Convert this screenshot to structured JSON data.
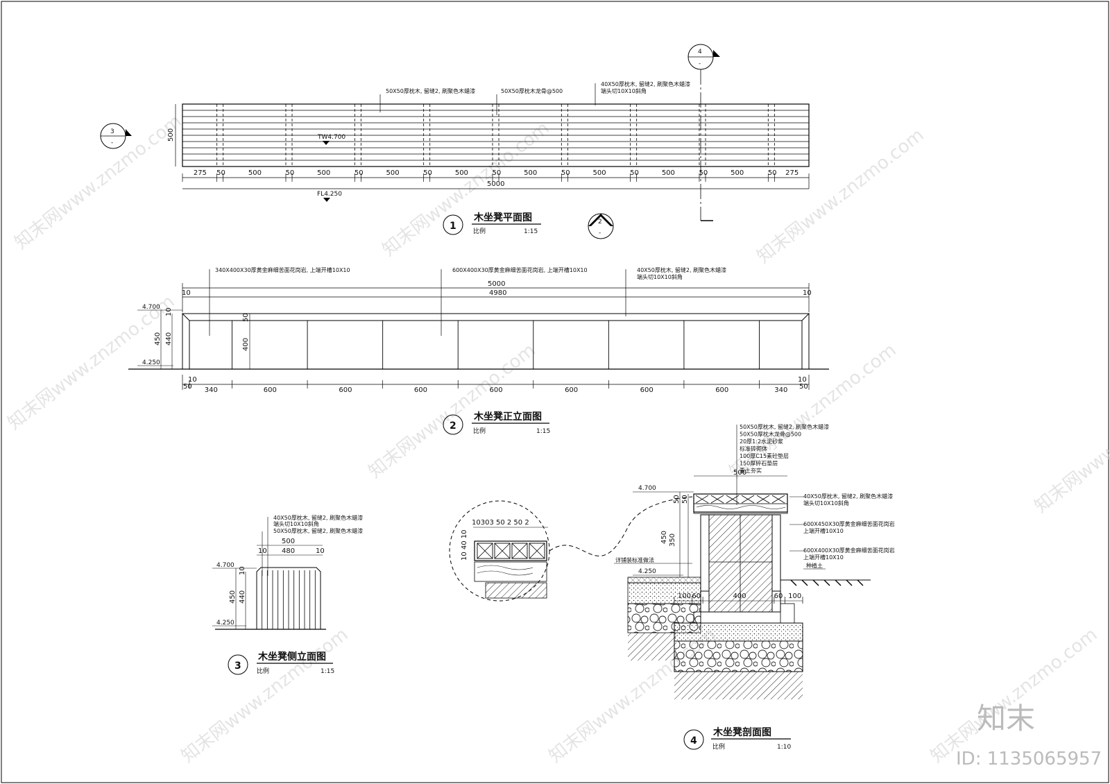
{
  "watermark": {
    "text": "知末网www.znzmo.com",
    "logo": "知末",
    "id": "ID: 1135065957"
  },
  "plan": {
    "title": "木坐凳平面图",
    "num": "1",
    "scale_label": "比例",
    "scale": "1:15",
    "ann1": "50X50厚枕木, 留缝2, 刷聚色木蜡漆",
    "ann2": "50X50厚枕木龙骨@500",
    "ann3a": "40X50厚枕木, 留缝2, 刷聚色木蜡漆",
    "ann3b": "端头切10X10斜角",
    "tw": "TW4.700",
    "fl": "FL4.250",
    "width": "500",
    "dims": [
      "275",
      "50",
      "500",
      "50",
      "500",
      "50",
      "500",
      "50",
      "500",
      "50",
      "500",
      "50",
      "500",
      "50",
      "500",
      "50",
      "500",
      "50",
      "275"
    ],
    "total": "5000",
    "cut3": "3",
    "cut2": "2",
    "cut4": "4",
    "cut_sub": "-"
  },
  "front": {
    "title": "木坐凳正立面图",
    "num": "2",
    "scale_label": "比例",
    "scale": "1:15",
    "ann1": "340X400X30厚黄金麻细苦面花岗岩, 上端开槽10X10",
    "ann2": "600X400X30厚黄金麻细苦面花岗岩, 上端开槽10X10",
    "ann3a": "40X50厚枕木, 留缝2, 刷聚色木蜡漆",
    "ann3b": "端头切10X10斜角",
    "top_total": "5000",
    "top_inner": "4980",
    "top_edge": "10",
    "lvl_top": "4.700",
    "lvl_bot": "4.250",
    "v450": "450",
    "v440": "440",
    "v10": "10",
    "v50": "50",
    "v400": "400",
    "bottom_dims": [
      "340",
      "600",
      "600",
      "600",
      "600",
      "600",
      "600",
      "600",
      "340"
    ],
    "edge10": "10",
    "edge50": "50"
  },
  "side": {
    "title": "木坐凳侧立面图",
    "num": "3",
    "scale_label": "比例",
    "scale": "1:15",
    "ann1a": "40X50厚枕木, 留缝2, 刷聚色木蜡漆",
    "ann1b": "端头切10X10斜角",
    "ann2": "50X50厚枕木, 留缝2, 刷聚色木蜡漆",
    "w500": "500",
    "w480": "480",
    "w10": "10",
    "lvl_top": "4.700",
    "lvl_bot": "4.250",
    "v450": "450",
    "v440": "440",
    "v10": "10"
  },
  "detail": {
    "top_dims": "10303 50 2 50 2",
    "side_dims": "10 40 10"
  },
  "section": {
    "title": "木坐凳剖面图",
    "num": "4",
    "scale_label": "比例",
    "scale": "1:10",
    "layers": [
      "50X50厚枕木, 留缝2, 刷聚色木蜡漆",
      "50X50厚枕木龙骨@500",
      "20厚1:2水泥砂浆",
      "标准砖砌体",
      "100厚C15素砼垫层",
      "150厚碎石垫层",
      "素土夯实"
    ],
    "w500": "500",
    "right_anns": [
      "40X50厚枕木, 留缝2, 刷聚色木蜡漆",
      "端头切10X10斜角",
      "600X450X30厚黄金麻细苦面花岗岩",
      "上端开槽10X10",
      "600X400X30厚黄金麻细苦面花岗岩",
      "上端开槽10X10"
    ],
    "soil": "种植土",
    "paving": "详铺装标准做法",
    "lvl_top": "4.700",
    "lvl_bot": "4.250",
    "v50a": "50",
    "v50b": "50",
    "v450": "450",
    "v350": "350",
    "bottom_dims": [
      "100",
      "60",
      "400",
      "60",
      "100"
    ]
  }
}
